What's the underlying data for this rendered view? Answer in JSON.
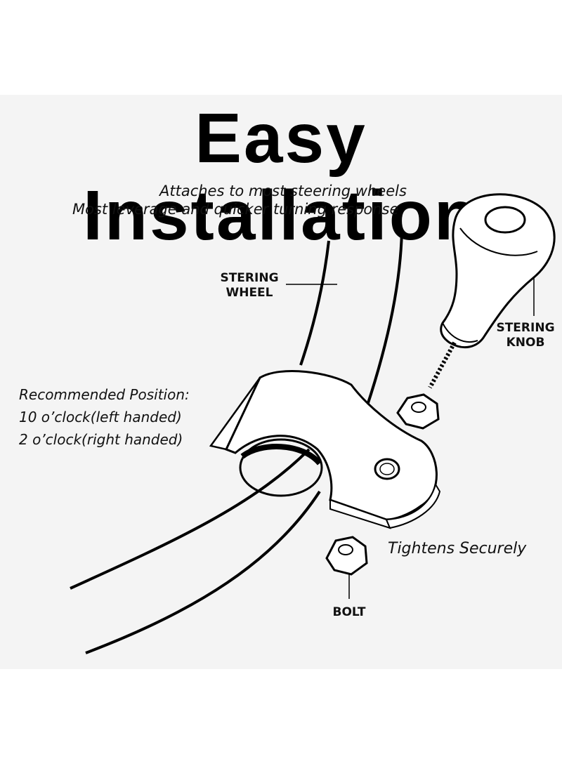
{
  "title": "Easy Installation",
  "taglines": [
    "Attaches to most steering wheels",
    "Most leverage and quicker turning response"
  ],
  "labels": {
    "wheel_line1": "STERING",
    "wheel_line2": "WHEEL",
    "knob_line1": "STERING",
    "knob_line2": "KNOB",
    "bolt": "BOLT"
  },
  "position": {
    "heading": "Recommended Position:",
    "left": "10 o’clock(left handed)",
    "right": "2 o’clock(right handed)"
  },
  "tightens": "Tightens Securely",
  "colors": {
    "panel": "#f4f4f4",
    "ink": "#000000"
  }
}
